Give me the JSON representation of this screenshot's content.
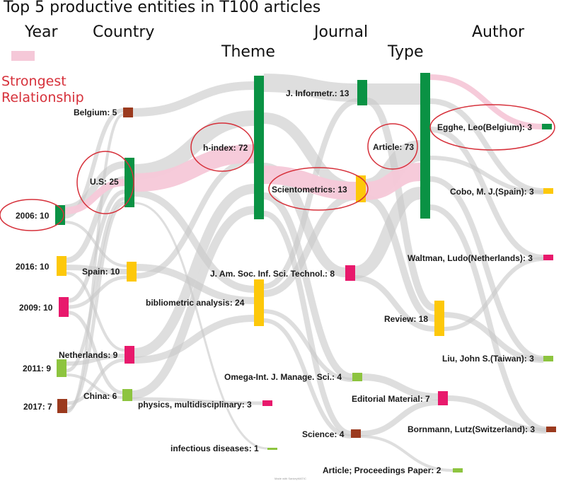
{
  "title": "Top  5  productive entities in T100 articles",
  "columns": {
    "year": "Year",
    "country": "Country",
    "theme": "Theme",
    "journal": "Journal",
    "type": "Type",
    "author": "Author"
  },
  "legend": {
    "line1": "Strongest",
    "line2": "Relationship",
    "color": "#f5c8d8"
  },
  "footer": "Made with SankeyMATIC",
  "colors": {
    "green": "#0a9244",
    "yellow": "#fdc80a",
    "pink": "#e8196c",
    "brown": "#9b3a1e",
    "lime": "#8dc43f",
    "flow": "#c8c8c8",
    "highlight": "#f5c8d8",
    "circle": "#d6303a"
  },
  "nodes": {
    "belgium": "Belgium: 5",
    "us": "U.S: 25",
    "y2006": "2006: 10",
    "y2016": "2016: 10",
    "spain": "Spain: 10",
    "y2009": "2009: 10",
    "netherlands": "Netherlands: 9",
    "y2011": "2011: 9",
    "china": "China: 6",
    "y2017": "2017: 7",
    "hindex": "h-index: 72",
    "scientometrics": "Scientometrics: 13",
    "jasist": "J. Am. Soc. Inf. Sci. Technol.: 8",
    "biblio": "bibliometric analysis: 24",
    "physics": "physics, multidisciplinary: 3",
    "infectious": "infectious diseases: 1",
    "jinformetr": "J. Informetr.: 13",
    "omega": "Omega-Int. J. Manage. Sci.: 4",
    "science": "Science: 4",
    "article": "Article: 73",
    "review": "Review: 18",
    "editorial": "Editorial Material: 7",
    "proceedings": "Article; Proceedings Paper: 2",
    "egghe": "Egghe, Leo(Belgium): 3",
    "cobo": "Cobo, M. J.(Spain): 3",
    "waltman": "Waltman, Ludo(Netherlands): 3",
    "liu": "Liu, John S.(Taiwan): 3",
    "bornmann": "Bornmann, Lutz(Switzerland): 3"
  }
}
